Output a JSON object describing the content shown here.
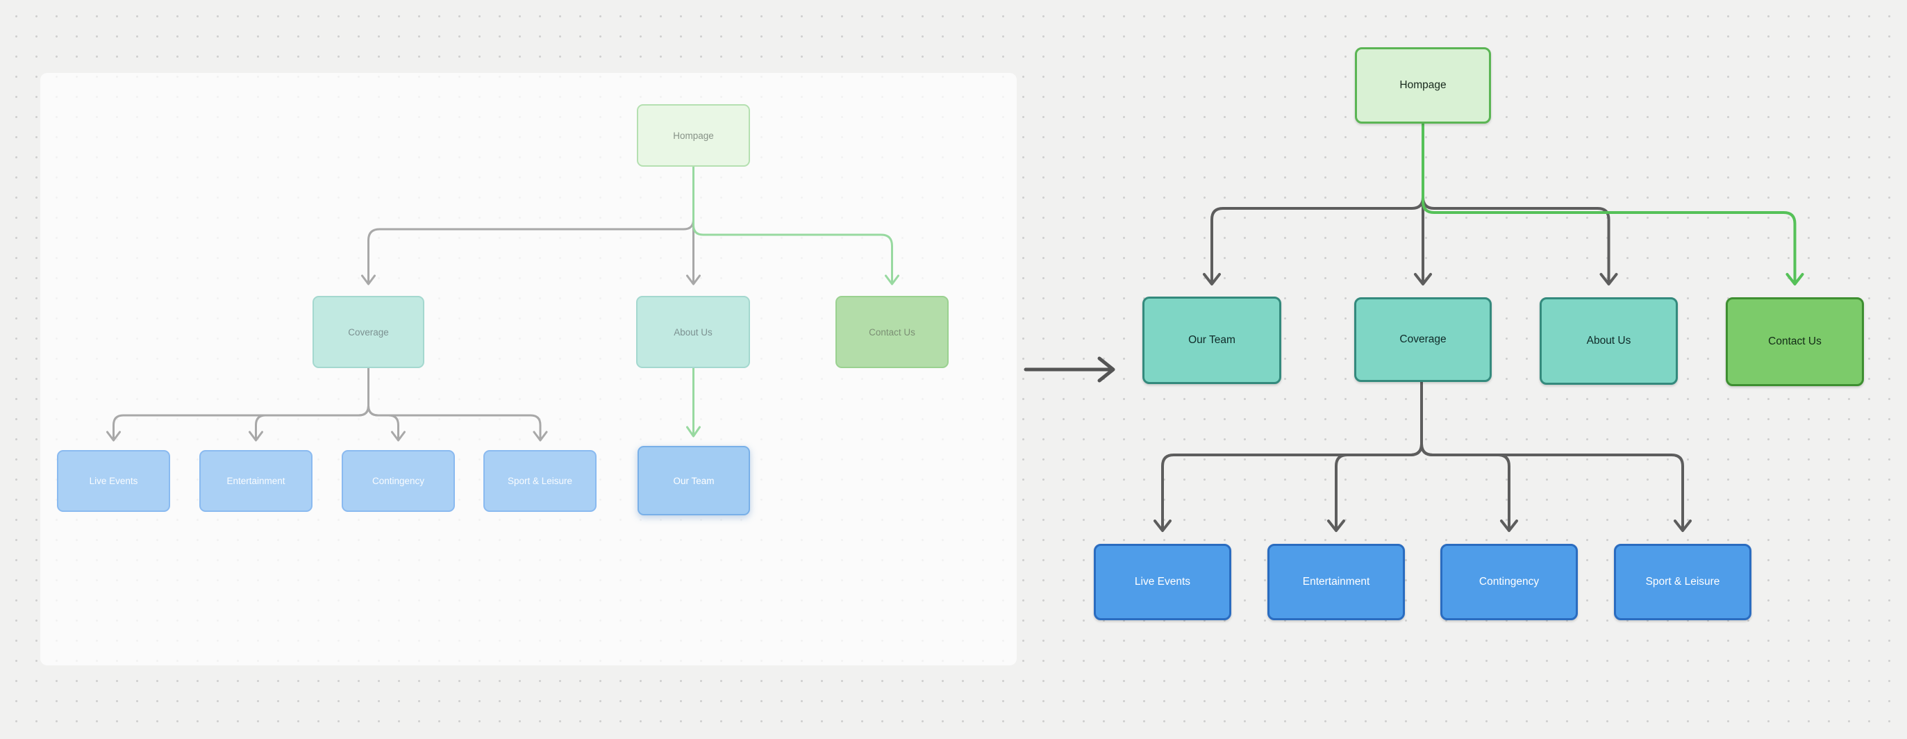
{
  "left_diagram": {
    "name": "sitemap-before",
    "nodes": {
      "homepage": "Hompage",
      "coverage": "Coverage",
      "about_us": "About Us",
      "contact_us": "Contact Us",
      "live_events": "Live Events",
      "entertainment": "Entertainment",
      "contingency": "Contingency",
      "sport_leisure": "Sport & Leisure",
      "our_team": "Our Team"
    }
  },
  "right_diagram": {
    "name": "sitemap-after",
    "nodes": {
      "homepage": "Hompage",
      "our_team": "Our Team",
      "coverage": "Coverage",
      "about_us": "About Us",
      "contact_us": "Contact Us",
      "live_events": "Live Events",
      "entertainment": "Entertainment",
      "contingency": "Contingency",
      "sport_leisure": "Sport & Leisure"
    }
  },
  "colors": {
    "background": "#f1f1f0",
    "panel": "#ffffff",
    "left_root_fill": "#e9f7e5",
    "left_teal_fill": "#c1e9e1",
    "left_green_fill": "#b3dda9",
    "left_blue_fill": "#aad0f5",
    "right_root_fill": "#d9f1d4",
    "right_teal_fill": "#7fd6c5",
    "right_green_fill": "#7ccb6a",
    "right_blue_fill": "#4f9de9",
    "connector_gray_left": "#a8a8a8",
    "connector_green_left": "#98d9a0",
    "connector_gray_right": "#5d5d5d",
    "connector_green_right": "#55c158"
  }
}
